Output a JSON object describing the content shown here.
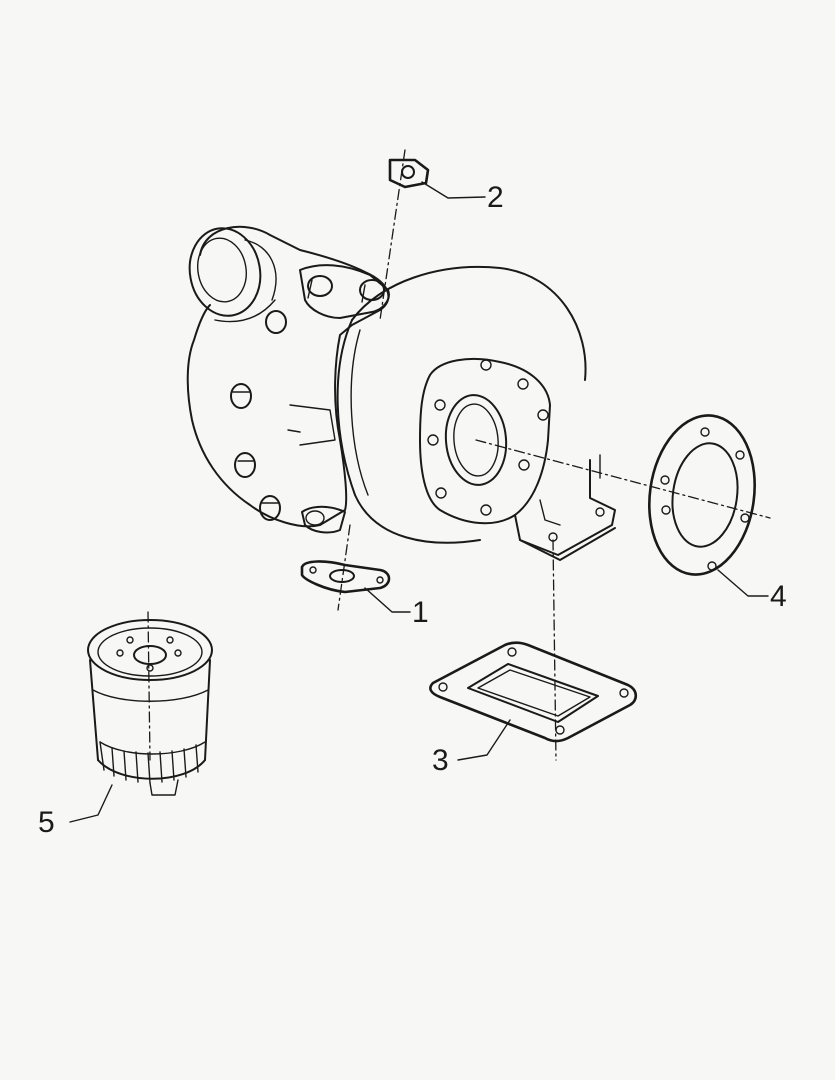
{
  "callouts": [
    {
      "id": "1",
      "label": "1"
    },
    {
      "id": "2",
      "label": "2"
    },
    {
      "id": "3",
      "label": "3"
    },
    {
      "id": "4",
      "label": "4"
    },
    {
      "id": "5",
      "label": "5"
    }
  ],
  "colors": {
    "background": "#f7f7f5",
    "ink": "#1a1a1a"
  }
}
